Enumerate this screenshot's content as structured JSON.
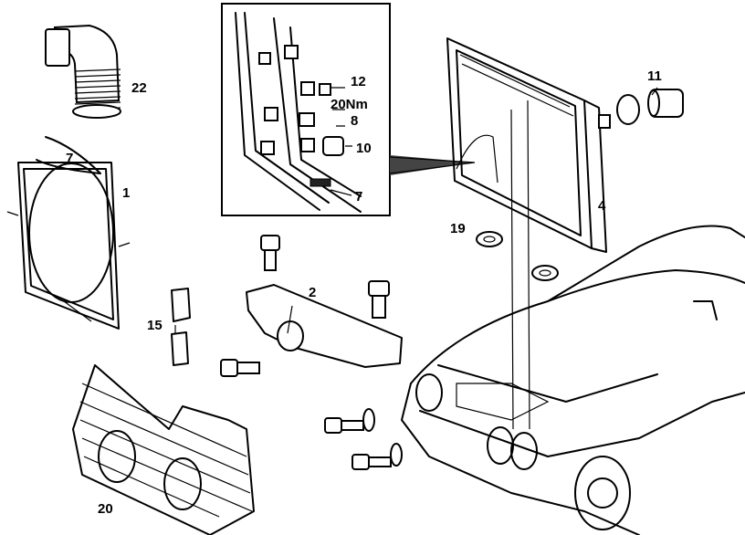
{
  "callouts": {
    "c1": "1",
    "c2": "2",
    "c4": "4",
    "c7a": "7",
    "c7b": "7",
    "c8": "8",
    "c10": "10",
    "c11": "11",
    "c12": "12",
    "c15": "15",
    "c19": "19",
    "c20": "20",
    "c22": "22",
    "torque": "20Nm"
  }
}
